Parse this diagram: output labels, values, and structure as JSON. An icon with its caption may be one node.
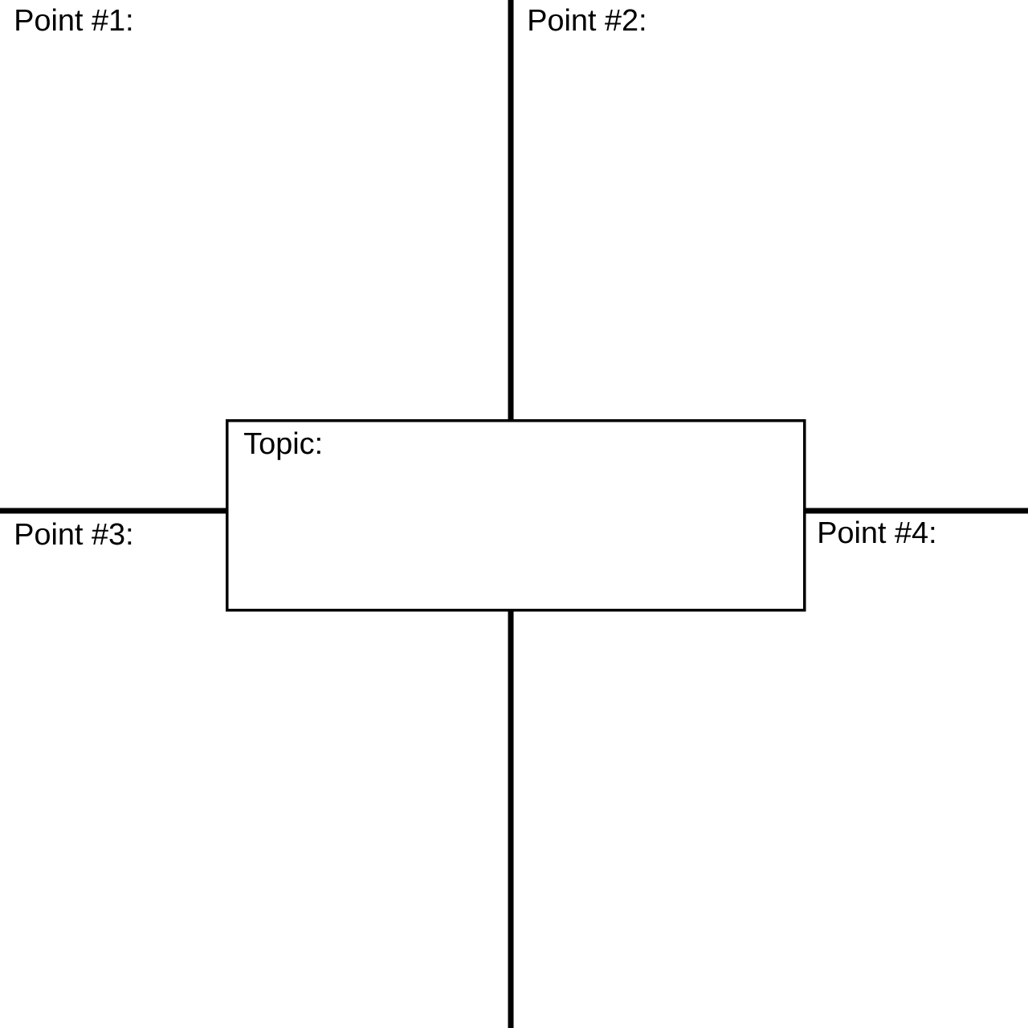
{
  "diagram": {
    "nodes": [
      {
        "text": [
          "Topic:"
        ]
      }
    ],
    "labels": [
      "Point #1:",
      "Point #2:",
      "Point #3:",
      "Point #4:"
    ]
  }
}
